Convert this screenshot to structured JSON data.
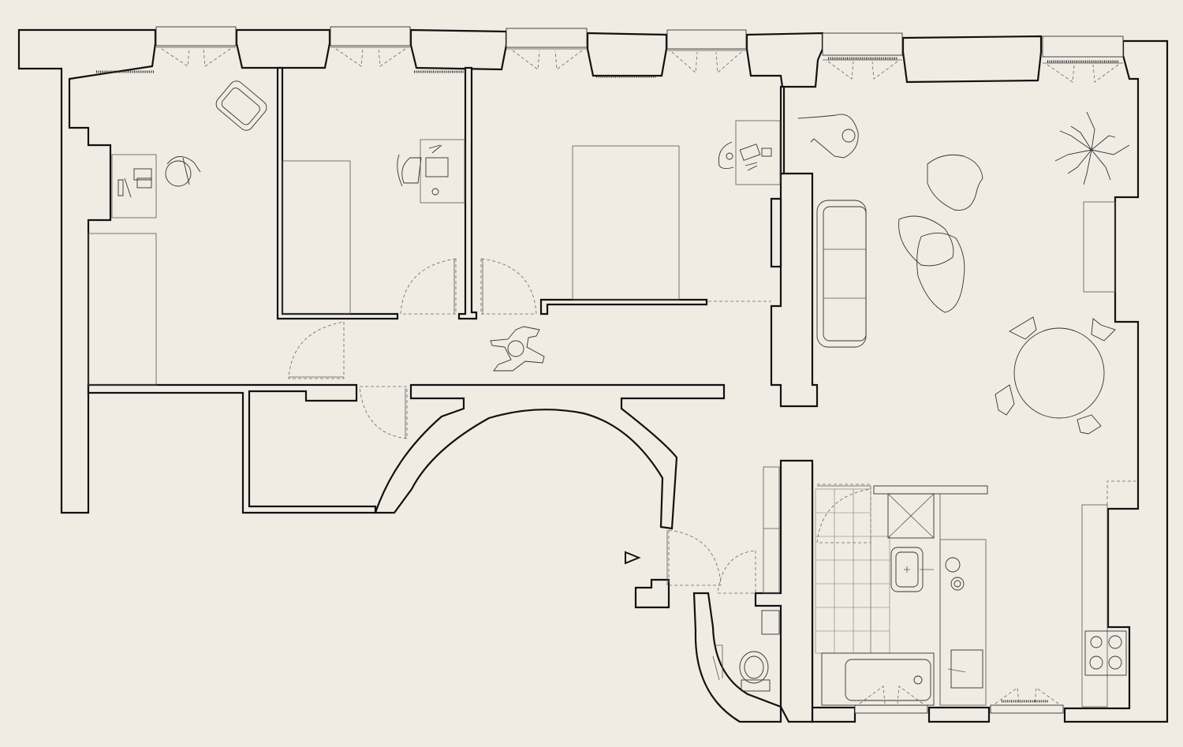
{
  "plan": {
    "type": "floor-plan",
    "background_color": "#f0ece4",
    "line_color": "#111111",
    "labels": []
  },
  "furniture": [
    "armchair",
    "desk",
    "office-chair",
    "computer-desk",
    "sofa",
    "dining-table",
    "dining-chair",
    "plant",
    "rug",
    "kitchen-counter",
    "cooktop",
    "sink",
    "bathtub",
    "shower",
    "washbasin",
    "toilet",
    "washing-machine",
    "radiator",
    "person"
  ],
  "symbols": [
    "entrance-arrow-icon"
  ]
}
